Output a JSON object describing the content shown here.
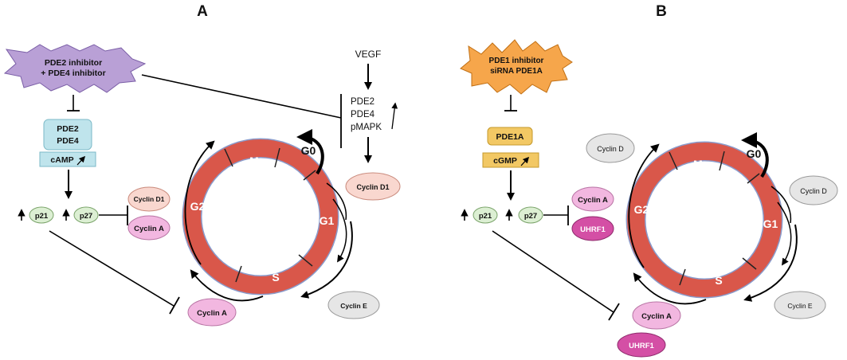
{
  "panels": {
    "a": {
      "letter": "A",
      "inhibitor_line1": "PDE2 inhibitor",
      "inhibitor_line2": "+ PDE4 inhibitor",
      "box_line1": "PDE2",
      "box_line2": "PDE4",
      "second_messenger": "cAMP",
      "vegf": "VEGF",
      "targets": [
        "PDE2",
        "PDE4",
        "pMAPK"
      ],
      "p21": "p21",
      "p27": "p27",
      "cyclin_d1_left": "Cyclin D1",
      "cyclin_a_left": "Cyclin A",
      "cyclin_d1_right": "Cyclin D1",
      "cyclin_a_bottom": "Cyclin A",
      "cyclin_e": "Cyclin E",
      "phases": {
        "m": "M",
        "g0": "G0",
        "g1": "G1",
        "g2": "G2",
        "s": "S"
      }
    },
    "b": {
      "letter": "B",
      "inhibitor_line1": "PDE1 inhibitor",
      "inhibitor_line2": "siRNA PDE1A",
      "box": "PDE1A",
      "second_messenger": "cGMP",
      "p21": "p21",
      "p27": "p27",
      "cyclin_a_left": "Cyclin A",
      "uhrf1_left": "UHRF1",
      "cyclin_d_top": "Cyclin D",
      "cyclin_d_right": "Cyclin D",
      "cyclin_a_bottom": "Cyclin A",
      "uhrf1_bottom": "UHRF1",
      "cyclin_e": "Cyclin E",
      "phases": {
        "m": "M",
        "g0": "G0",
        "g1": "G1",
        "g2": "G2",
        "s": "S"
      }
    }
  },
  "colors": {
    "ring": "#d9574a",
    "ring_edge": "#8a9ccc",
    "panel_a_burst": "#b9a0d6",
    "panel_b_burst": "#f6a64b",
    "cyan_box": "#bfe4ec",
    "orange_box": "#f2c864",
    "p_green": "#dcefd3",
    "cyclin_d_peach": "#f9d7cf",
    "cyclin_a_pink": "#f2b7e0",
    "uhrf1_magenta": "#d44fa5",
    "cyclin_gray": "#e6e6e6"
  }
}
